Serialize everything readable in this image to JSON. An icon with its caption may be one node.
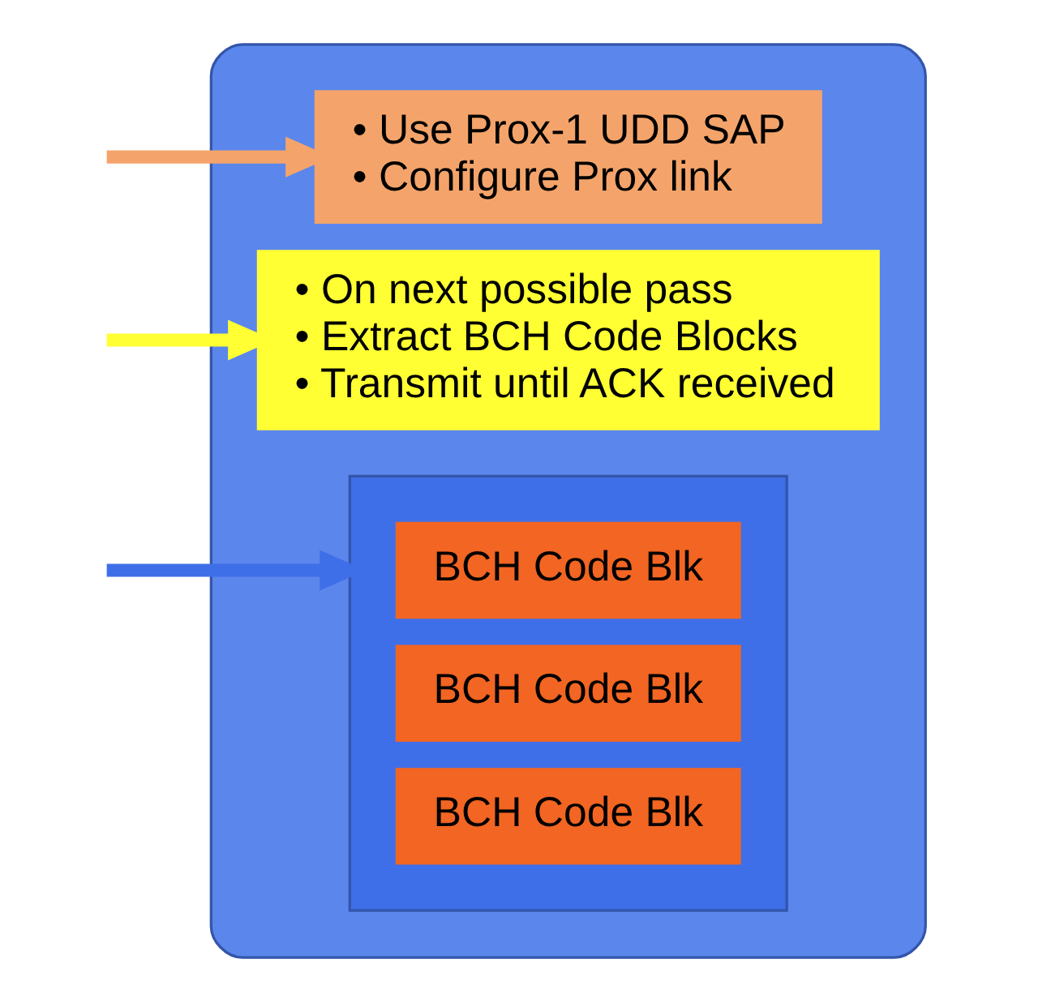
{
  "diagram": {
    "nodes": [
      {
        "text": [],
        "shape": "cylinder"
      },
      {
        "text": [
          "• Use Prox-1 UDD SAP",
          "• Configure Prox link"
        ],
        "in": 0
      },
      {
        "text": [
          "• On next possible pass",
          "• Extract BCH Code Blocks",
          "• Transmit until ACK received"
        ],
        "in": 0
      },
      {
        "text": [],
        "shape": "box",
        "in": 0
      },
      {
        "text": [
          "BCH Code Blk"
        ],
        "in": 3
      },
      {
        "text": [
          "BCH Code Blk"
        ],
        "in": 3
      },
      {
        "text": [
          "BCH Code Blk"
        ],
        "in": 3
      }
    ],
    "edges": [
      {
        "from": null,
        "to": 1,
        "arrow": "to",
        "color": "#f4a46a"
      },
      {
        "from": null,
        "to": 2,
        "arrow": "to",
        "color": "#ffff33"
      },
      {
        "from": null,
        "to": 3,
        "arrow": "to",
        "color": "#3f6fe8"
      }
    ]
  }
}
